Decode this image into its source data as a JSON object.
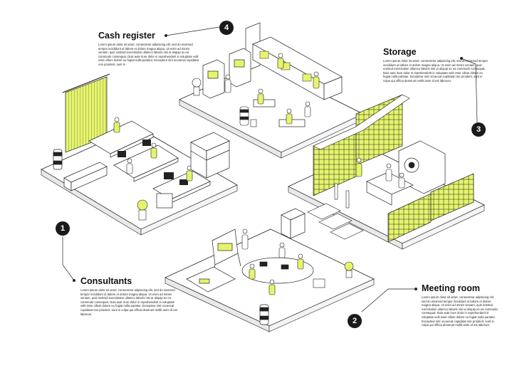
{
  "colors": {
    "accent": "#e6f46d",
    "ink": "#1a1a1a",
    "floor": "#ffffff",
    "shade": "#e9e9e9"
  },
  "zones": [
    {
      "number": "4",
      "title": "Cash register",
      "body": "Lorem ipsum dolor sit amet, consectetur adipiscing elit, sed do eiusmod tempor incididunt ut labore et dolore magna aliqua. Ut enim ad minim veniam, quis nostrud exercitation ullamco laboris nisi ut aliquip ex ea commodo consequat. Duis aute irure dolor in reprehenderit in voluptate velit esse cillum dolore eu fugiat nulla pariatur. Excepteur sint occaecat cupidatat non proident, sunt in"
    },
    {
      "number": "3",
      "title": "Storage",
      "body": "Lorem ipsum dolor sit amet, consectetur adipiscing elit, sed do eiusmod tempor incididunt ut labore et dolore magna aliqua. Ut enim ad minim veniam, quis nostrud exercitation ullamco laboris nisi ut aliquip ex ea commodo consequat. Duis aute irure dolor in reprehenderit in voluptate velit esse cillum dolore eu fugiat nulla pariatur. Excepteur sint occaecat cupidatat non proident, sunt in culpa qui officia deserunt mollit anim id est laborum."
    },
    {
      "number": "1",
      "title": "Consultants",
      "body": "Lorem ipsum dolor sit amet, consectetur adipiscing elit, sed do eiusmod tempor incididunt ut labore et dolore magna aliqua. Ut enim ad minim veniam, quis nostrud exercitation ullamco laboris nisi ut aliquip ex ea commodo consequat. Duis aute irure dolor in reprehenderit in voluptate velit esse cillum dolore eu fugiat nulla pariatur. Excepteur sint occaecat cupidatat non proident, sunt in culpa qui officia deserunt mollit anim id est laborum."
    },
    {
      "number": "2",
      "title": "Meeting room",
      "body": "Lorem ipsum dolor sit amet, consectetur adipiscing elit, sed do eiusmod tempor incididunt ut labore et dolore magna aliqua. Ut enim ad minim veniam, quis nostrud exercitation ullamco laboris nisi ut aliquip ex ea commodo consequat. Duis aute irure dolor in reprehenderit in voluptate velit esse cillum dolore eu fugiat nulla pariatur. Excepteur sint occaecat cupidatat non proident, sunt in culpa qui officia deserunt mollit anim id est laborum."
    }
  ]
}
